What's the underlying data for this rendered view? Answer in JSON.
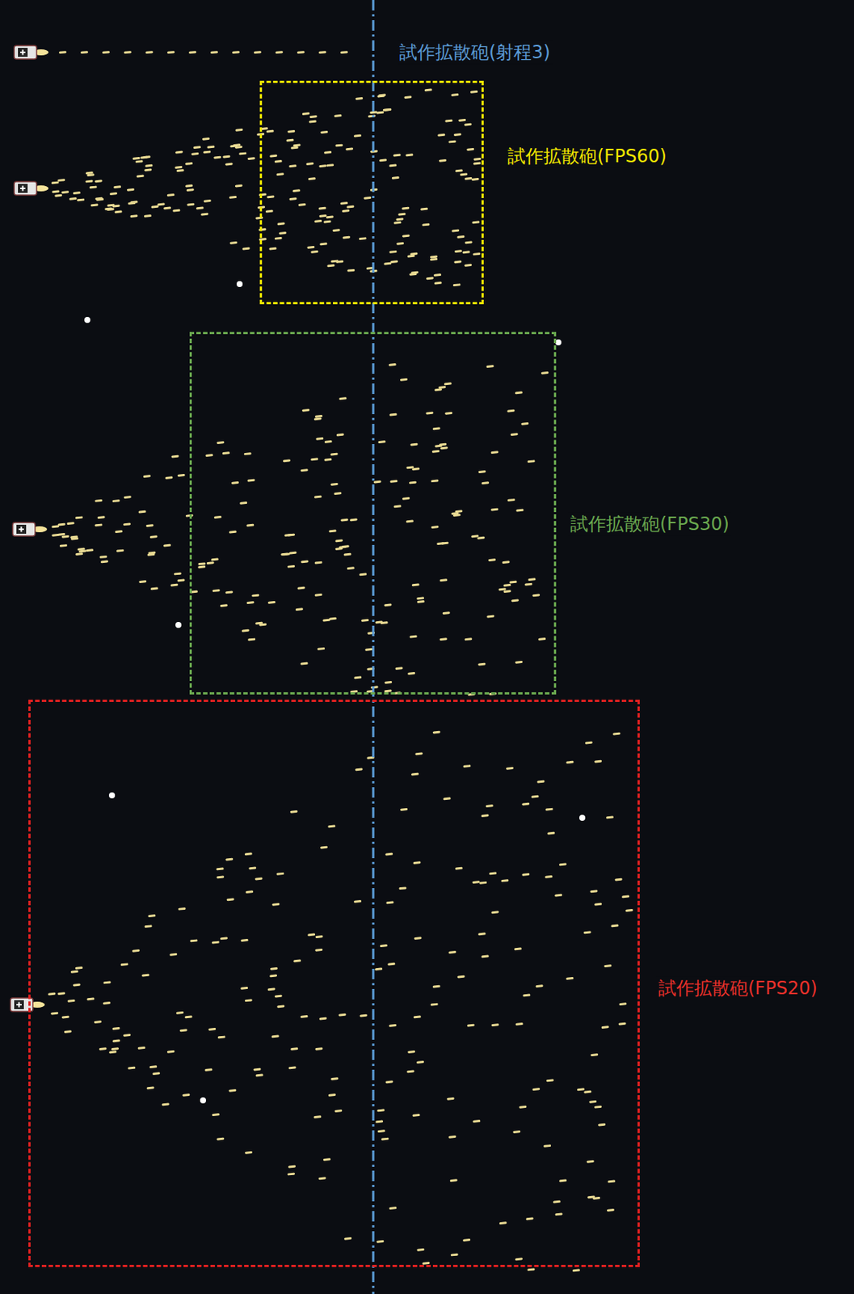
{
  "diagram": {
    "nodes": [
      {
        "text": [
          "試作拡散砲(FPS60)"
        ]
      },
      {
        "text": [
          "試作拡散砲(FPS30)"
        ]
      },
      {
        "text": [
          "試作拡散砲(FPS20)"
        ]
      }
    ],
    "labels": [
      "試作拡散砲(射程3)"
    ]
  }
}
